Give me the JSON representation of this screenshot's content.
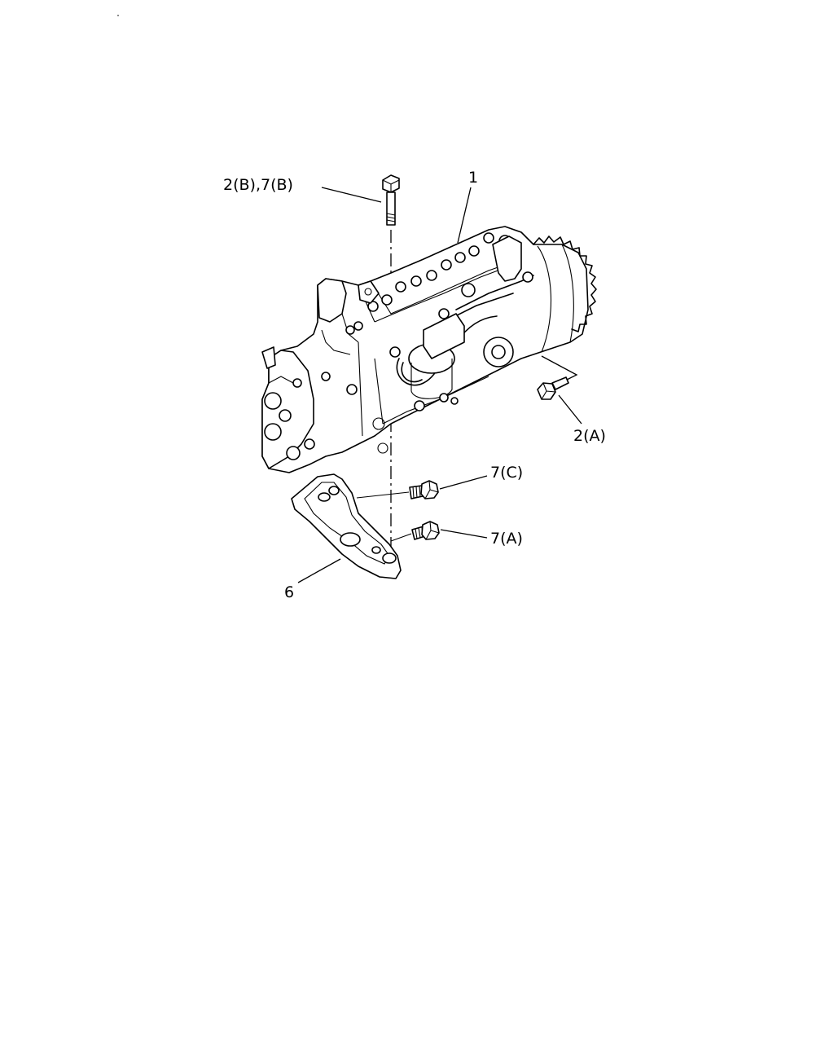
{
  "callouts": {
    "bolt_upper": "2(B),7(B)",
    "pump": "1",
    "bolt_gear": "2(A)",
    "bolt_c": "7(C)",
    "bolt_a": "7(A)",
    "bracket": "6"
  }
}
